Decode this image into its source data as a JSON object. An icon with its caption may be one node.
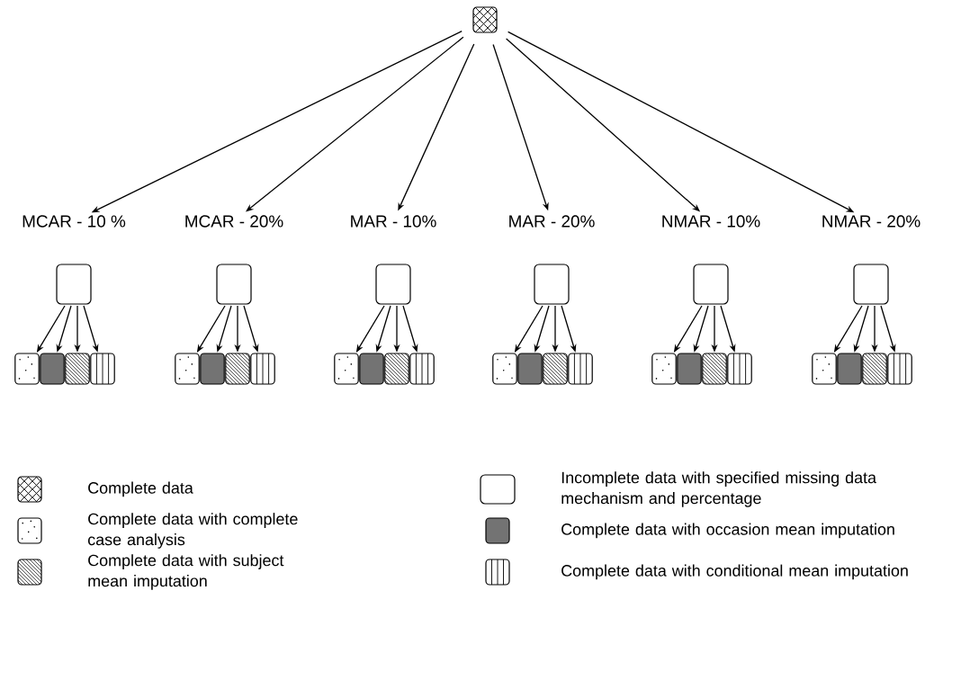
{
  "diagram": {
    "nodes": [
      {
        "text": [],
        "shape": "box"
      },
      {
        "text": [
          "MCAR - 10 %"
        ]
      },
      {
        "text": [
          "MCAR - 20%"
        ]
      },
      {
        "text": [
          "MAR - 10%"
        ]
      },
      {
        "text": [
          "MAR - 20%"
        ]
      },
      {
        "text": [
          "NMAR - 10%"
        ]
      },
      {
        "text": [
          "NMAR - 20%"
        ]
      },
      {
        "text": [],
        "shape": "box"
      },
      {
        "text": [],
        "shape": "box"
      },
      {
        "text": [],
        "shape": "box"
      },
      {
        "text": [],
        "shape": "box"
      },
      {
        "text": [],
        "shape": "box"
      },
      {
        "text": [],
        "shape": "box"
      },
      {
        "text": [],
        "shape": "box"
      },
      {
        "text": [],
        "shape": "box"
      },
      {
        "text": [],
        "shape": "box"
      },
      {
        "text": [],
        "shape": "box"
      },
      {
        "text": [],
        "shape": "box"
      },
      {
        "text": [],
        "shape": "box"
      },
      {
        "text": [],
        "shape": "box"
      },
      {
        "text": [],
        "shape": "box"
      },
      {
        "text": [],
        "shape": "box"
      },
      {
        "text": [],
        "shape": "box"
      },
      {
        "text": [],
        "shape": "box"
      },
      {
        "text": [],
        "shape": "box"
      },
      {
        "text": [],
        "shape": "box"
      },
      {
        "text": [],
        "shape": "box"
      },
      {
        "text": [],
        "shape": "box"
      },
      {
        "text": [],
        "shape": "box"
      },
      {
        "text": [],
        "shape": "box"
      },
      {
        "text": [],
        "shape": "box"
      }
    ],
    "edges": [
      {
        "from": 0,
        "to": 1,
        "arrow": "to"
      },
      {
        "from": 0,
        "to": 2,
        "arrow": "to"
      },
      {
        "from": 0,
        "to": 3,
        "arrow": "to"
      },
      {
        "from": 0,
        "to": 4,
        "arrow": "to"
      },
      {
        "from": 0,
        "to": 5,
        "arrow": "to"
      },
      {
        "from": 0,
        "to": 6,
        "arrow": "to"
      },
      {
        "from": 1,
        "to": 7,
        "arrow": "to"
      },
      {
        "from": 1,
        "to": 8,
        "arrow": "to"
      },
      {
        "from": 1,
        "to": 9,
        "arrow": "to"
      },
      {
        "from": 1,
        "to": 10,
        "arrow": "to"
      },
      {
        "from": 2,
        "to": 11,
        "arrow": "to"
      },
      {
        "from": 2,
        "to": 12,
        "arrow": "to"
      },
      {
        "from": 2,
        "to": 13,
        "arrow": "to"
      },
      {
        "from": 2,
        "to": 14,
        "arrow": "to"
      },
      {
        "from": 3,
        "to": 15,
        "arrow": "to"
      },
      {
        "from": 3,
        "to": 16,
        "arrow": "to"
      },
      {
        "from": 3,
        "to": 17,
        "arrow": "to"
      },
      {
        "from": 3,
        "to": 18,
        "arrow": "to"
      },
      {
        "from": 4,
        "to": 19,
        "arrow": "to"
      },
      {
        "from": 4,
        "to": 20,
        "arrow": "to"
      },
      {
        "from": 4,
        "to": 21,
        "arrow": "to"
      },
      {
        "from": 4,
        "to": 22,
        "arrow": "to"
      },
      {
        "from": 5,
        "to": 23,
        "arrow": "to"
      },
      {
        "from": 5,
        "to": 24,
        "arrow": "to"
      },
      {
        "from": 5,
        "to": 25,
        "arrow": "to"
      },
      {
        "from": 5,
        "to": 26,
        "arrow": "to"
      },
      {
        "from": 6,
        "to": 27,
        "arrow": "to"
      },
      {
        "from": 6,
        "to": 28,
        "arrow": "to"
      },
      {
        "from": 6,
        "to": 29,
        "arrow": "to"
      },
      {
        "from": 6,
        "to": 30,
        "arrow": "to"
      }
    ],
    "legend": [
      {
        "text": "Complete data"
      },
      {
        "text": "Incomplete data with specified missing data mechanism and percentage"
      },
      {
        "text": "Complete data with complete case analysis"
      },
      {
        "text": "Complete data with occasion mean imputation"
      },
      {
        "text": "Complete data with subject mean imputation"
      },
      {
        "text": "Complete data with conditional mean imputation"
      }
    ]
  }
}
